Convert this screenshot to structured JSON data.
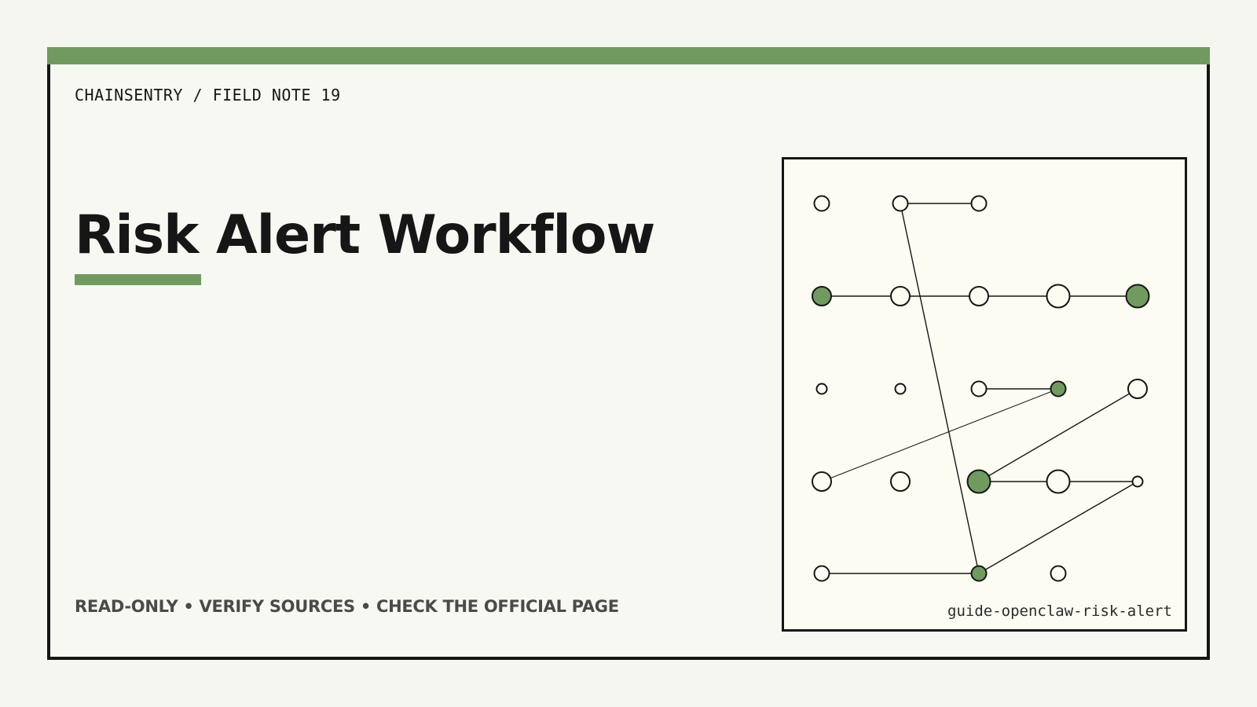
{
  "card": {
    "eyebrow": "CHAINSENTRY / FIELD NOTE 19",
    "title": "Risk Alert Workflow",
    "footer_note": "READ-ONLY • VERIFY SOURCES • CHECK THE OFFICIAL PAGE"
  },
  "diagram": {
    "caption": "guide-openclaw-risk-alert",
    "colors": {
      "accent": "#719a60",
      "ink": "#161616",
      "node_fill": "#fdfcf3"
    },
    "nodes": [
      {
        "id": "r0c0",
        "row": 0,
        "col": 0,
        "size": "small",
        "filled": false
      },
      {
        "id": "r0c1",
        "row": 0,
        "col": 1,
        "size": "small",
        "filled": false
      },
      {
        "id": "r0c2",
        "row": 0,
        "col": 2,
        "size": "small",
        "filled": false
      },
      {
        "id": "r1c0",
        "row": 1,
        "col": 0,
        "size": "medium",
        "filled": true
      },
      {
        "id": "r1c1",
        "row": 1,
        "col": 1,
        "size": "medium",
        "filled": false
      },
      {
        "id": "r1c2",
        "row": 1,
        "col": 2,
        "size": "medium",
        "filled": false
      },
      {
        "id": "r1c3",
        "row": 1,
        "col": 3,
        "size": "large",
        "filled": false
      },
      {
        "id": "r1c4",
        "row": 1,
        "col": 4,
        "size": "large",
        "filled": true
      },
      {
        "id": "r2c0",
        "row": 2,
        "col": 0,
        "size": "tiny",
        "filled": false
      },
      {
        "id": "r2c1",
        "row": 2,
        "col": 1,
        "size": "tiny",
        "filled": false
      },
      {
        "id": "r2c2",
        "row": 2,
        "col": 2,
        "size": "small",
        "filled": false
      },
      {
        "id": "r2c3",
        "row": 2,
        "col": 3,
        "size": "small",
        "filled": true
      },
      {
        "id": "r2c4",
        "row": 2,
        "col": 4,
        "size": "medium",
        "filled": false
      },
      {
        "id": "r3c0",
        "row": 3,
        "col": 0,
        "size": "medium",
        "filled": false
      },
      {
        "id": "r3c1",
        "row": 3,
        "col": 1,
        "size": "medium",
        "filled": false
      },
      {
        "id": "r3c2",
        "row": 3,
        "col": 2,
        "size": "large",
        "filled": true
      },
      {
        "id": "r3c3",
        "row": 3,
        "col": 3,
        "size": "large",
        "filled": false
      },
      {
        "id": "r3c4",
        "row": 3,
        "col": 4,
        "size": "tiny",
        "filled": false
      },
      {
        "id": "r4c0",
        "row": 4,
        "col": 0,
        "size": "small",
        "filled": false
      },
      {
        "id": "r4c2",
        "row": 4,
        "col": 2,
        "size": "small",
        "filled": true
      },
      {
        "id": "r4c3",
        "row": 4,
        "col": 3,
        "size": "small",
        "filled": false
      }
    ],
    "edges": [
      {
        "from": "r0c1",
        "to": "r0c2",
        "weight": "normal"
      },
      {
        "from": "r0c1",
        "to": "r4c2",
        "weight": "normal"
      },
      {
        "from": "r1c0",
        "to": "r1c1",
        "weight": "normal"
      },
      {
        "from": "r1c1",
        "to": "r1c2",
        "weight": "normal"
      },
      {
        "from": "r1c2",
        "to": "r1c3",
        "weight": "normal"
      },
      {
        "from": "r1c3",
        "to": "r1c4",
        "weight": "normal"
      },
      {
        "from": "r2c2",
        "to": "r2c3",
        "weight": "normal"
      },
      {
        "from": "r3c0",
        "to": "r2c3",
        "weight": "thin"
      },
      {
        "from": "r3c2",
        "to": "r2c4",
        "weight": "normal"
      },
      {
        "from": "r3c2",
        "to": "r3c3",
        "weight": "normal"
      },
      {
        "from": "r3c3",
        "to": "r3c4",
        "weight": "normal"
      },
      {
        "from": "r4c0",
        "to": "r4c2",
        "weight": "normal"
      },
      {
        "from": "r4c2",
        "to": "r3c4",
        "weight": "normal"
      }
    ]
  }
}
